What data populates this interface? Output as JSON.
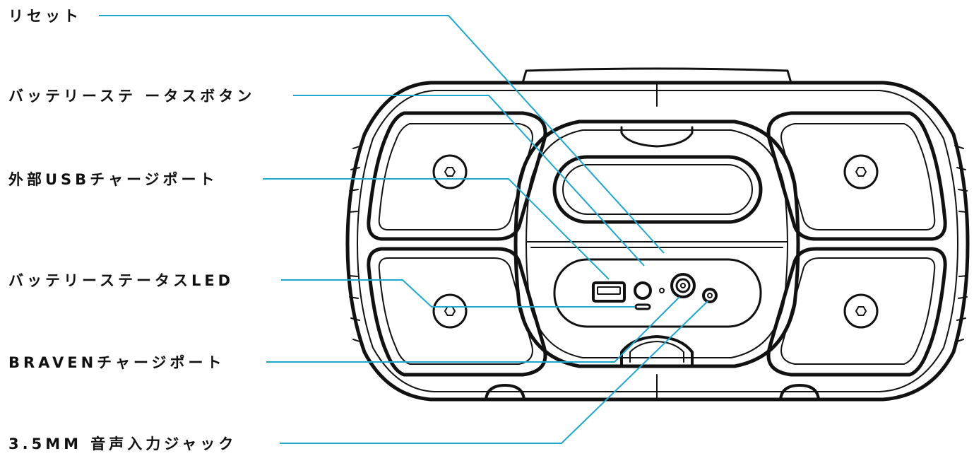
{
  "colors": {
    "leader": "#1ea7cf",
    "outline": "#111111",
    "background": "#ffffff"
  },
  "callouts": [
    {
      "id": "reset",
      "label": "リセット"
    },
    {
      "id": "battery-status-button",
      "label": "バッテリーステ ータスボタン"
    },
    {
      "id": "external-usb-charge-port",
      "label": "外部USBチャージポート"
    },
    {
      "id": "battery-status-led",
      "label": "バッテリーステータスLED"
    },
    {
      "id": "braven-charge-port",
      "label": "BRAVENチャージポート"
    },
    {
      "id": "aux-input-jack",
      "label": "3.5MM 音声入力ジャック"
    }
  ]
}
